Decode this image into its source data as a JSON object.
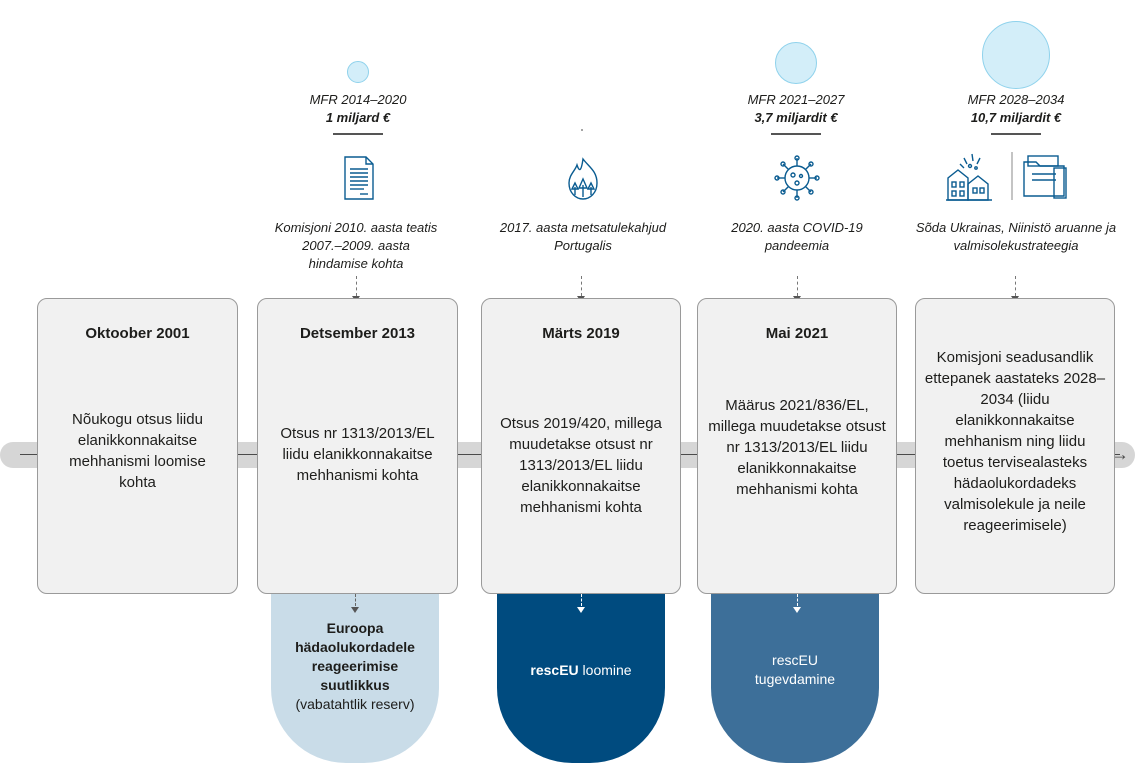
{
  "timeline": {
    "cards": [
      {
        "date": "Oktoober 2001",
        "text": "Nõukogu otsus liidu elanikkonnakaitse mehhanismi loomise kohta"
      },
      {
        "date": "Detsember 2013",
        "text": "Otsus nr 1313/2013/EL liidu elanikkonnakaitse mehhanismi kohta"
      },
      {
        "date": "Märts 2019",
        "text": "Otsus 2019/420, millega muudetakse otsust nr 1313/2013/EL liidu elanikkonnakaitse mehhanismi kohta"
      },
      {
        "date": "Mai 2021",
        "text": "Määrus 2021/836/EL, millega muudetakse otsust nr 1313/2013/EL liidu elanikkonnakaitse mehhanismi kohta"
      },
      {
        "date": "",
        "text": "Komisjoni seadusandlik ettepanek aastateks 2028–2034 (liidu elanikkonnakaitse mehhanism ning liidu toetus tervisealasteks hädaolukordadeks valmisolekule ja neile reageerimisele)"
      }
    ],
    "mfr": [
      {
        "label": "MFR 2014–2020",
        "amount": "1 miljard €"
      },
      {
        "label": "MFR 2021–2027",
        "amount": "3,7 miljardit €"
      },
      {
        "label": "MFR 2028–2034",
        "amount": "10,7 miljardit €"
      }
    ],
    "events": [
      {
        "text": "Komisjoni 2010. aasta teatis 2007.–2009. aasta hindamise kohta",
        "icon": "document-icon"
      },
      {
        "text": "2017. aasta metsatulekahjud Portugalis",
        "icon": "forest-fire-icon"
      },
      {
        "text": "2020. aasta COVID-19 pandeemia",
        "icon": "virus-icon"
      },
      {
        "text": "Sõda Ukrainas, Niinistö aruanne ja valmisolekustrateegia",
        "icon": "war-and-folder-icon"
      }
    ],
    "outcomes": [
      {
        "title": "Euroopa hädaolukordadele reageerimise suutlikkus",
        "subtitle": "(vabatahtlik reserv)",
        "color": "#c9dce8"
      },
      {
        "bold": "rescEU",
        "rest": " loomine",
        "color": "#004b7f"
      },
      {
        "text": "rescEU tugevdamine",
        "color": "#3d6f99"
      }
    ],
    "colors": {
      "bubble_fill": "#d3eef9",
      "bubble_stroke": "#8fd2ec",
      "card_bg": "#f1f1f1"
    }
  }
}
